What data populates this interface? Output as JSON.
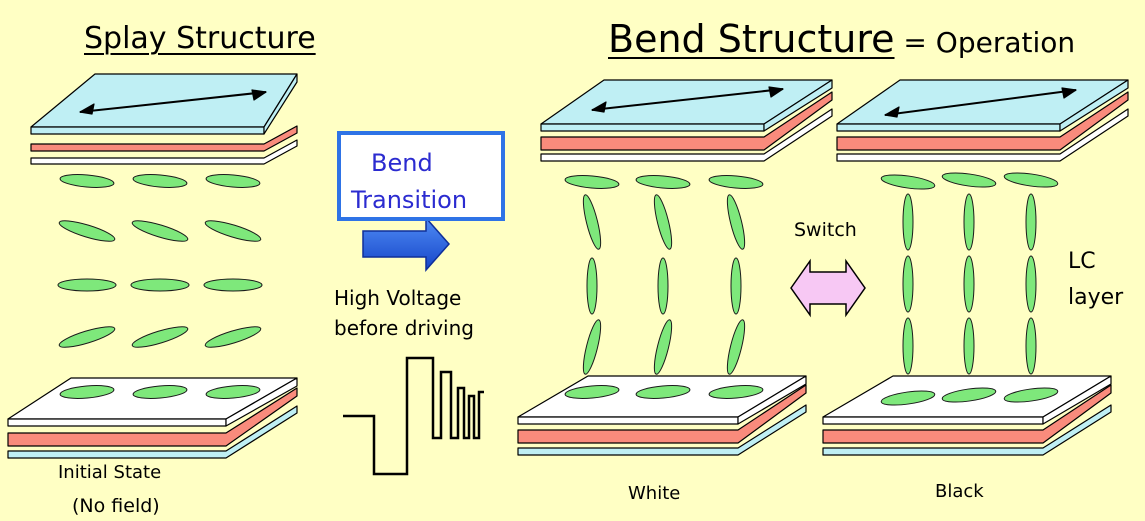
{
  "titles": {
    "splay": "Splay Structure",
    "bend_main": "Bend Structure",
    "bend_suffix": " = Operation"
  },
  "transition_box": {
    "line1": "Bend",
    "line2": "Transition"
  },
  "high_voltage": {
    "line1": "High Voltage",
    "line2": "before driving"
  },
  "switch_label": "Switch",
  "lc_layer": {
    "line1": "LC",
    "line2": "layer"
  },
  "states": {
    "initial_line1": "Initial State",
    "initial_line2": "(No field)",
    "white": "White",
    "black": "Black"
  },
  "colors": {
    "background": "#ffffc4",
    "glass": "#bfeff4",
    "polarizer": "#f98b7c",
    "molecule": "#7ee87b",
    "transition_border": "#2e73e6",
    "transition_text": "#2b2bd0",
    "arrow_blue": "#1f5fe0",
    "switch_arrow": "#f7c8f4"
  }
}
